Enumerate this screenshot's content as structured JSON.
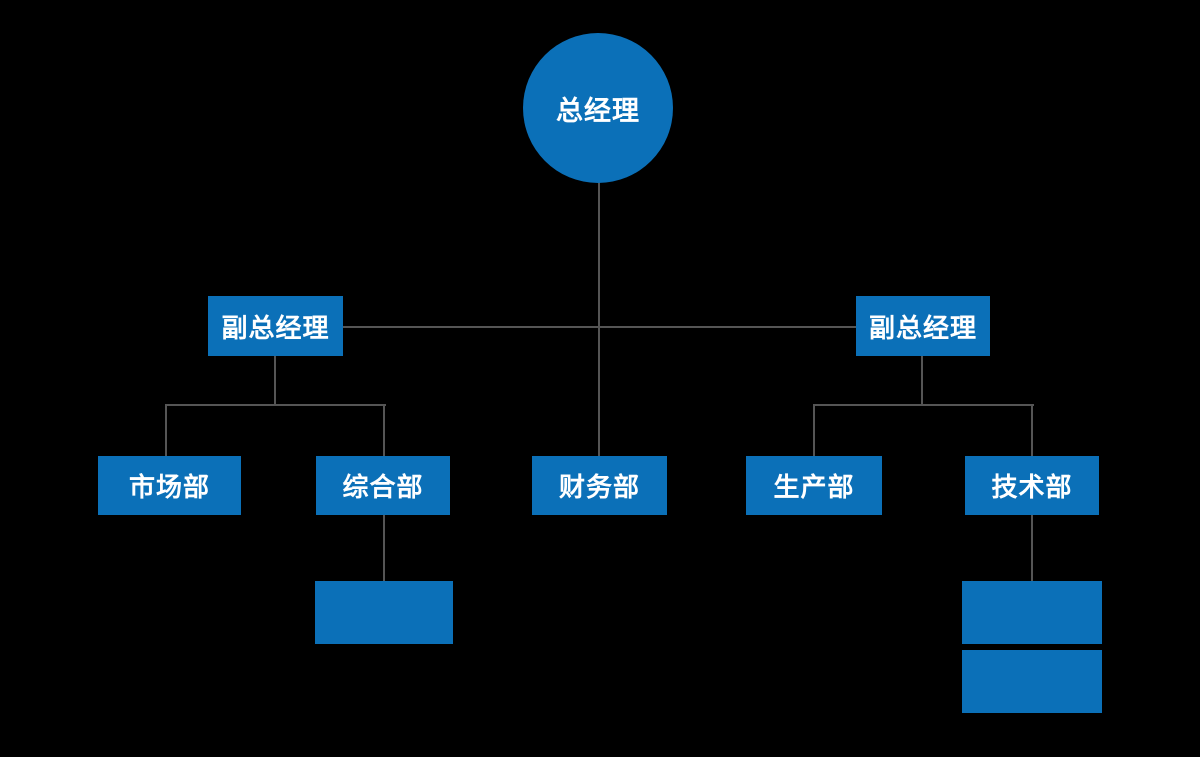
{
  "colors": {
    "background": "#000000",
    "node_fill": "#0b70b8",
    "connector": "#555555",
    "label_text": "#ffffff"
  },
  "diagram": {
    "type": "org-chart",
    "nodes": {
      "general_manager": {
        "label": "总经理",
        "shape": "circle"
      },
      "deputy_left": {
        "label": "副总经理",
        "shape": "rect"
      },
      "deputy_right": {
        "label": "副总经理",
        "shape": "rect"
      },
      "marketing": {
        "label": "市场部",
        "shape": "rect"
      },
      "general_affairs": {
        "label": "综合部",
        "shape": "rect"
      },
      "finance": {
        "label": "财务部",
        "shape": "rect"
      },
      "production": {
        "label": "生产部",
        "shape": "rect"
      },
      "technology": {
        "label": "技术部",
        "shape": "rect"
      },
      "sub_general_affairs": {
        "label": "",
        "shape": "rect"
      },
      "sub_technology_1": {
        "label": "",
        "shape": "rect"
      },
      "sub_technology_2": {
        "label": "",
        "shape": "rect"
      }
    },
    "edges": [
      {
        "from": "general_manager",
        "to": "deputy_left"
      },
      {
        "from": "general_manager",
        "to": "deputy_right"
      },
      {
        "from": "general_manager",
        "to": "finance"
      },
      {
        "from": "deputy_left",
        "to": "marketing"
      },
      {
        "from": "deputy_left",
        "to": "general_affairs"
      },
      {
        "from": "deputy_right",
        "to": "production"
      },
      {
        "from": "deputy_right",
        "to": "technology"
      },
      {
        "from": "general_affairs",
        "to": "sub_general_affairs"
      },
      {
        "from": "technology",
        "to": "sub_technology_1"
      }
    ]
  }
}
